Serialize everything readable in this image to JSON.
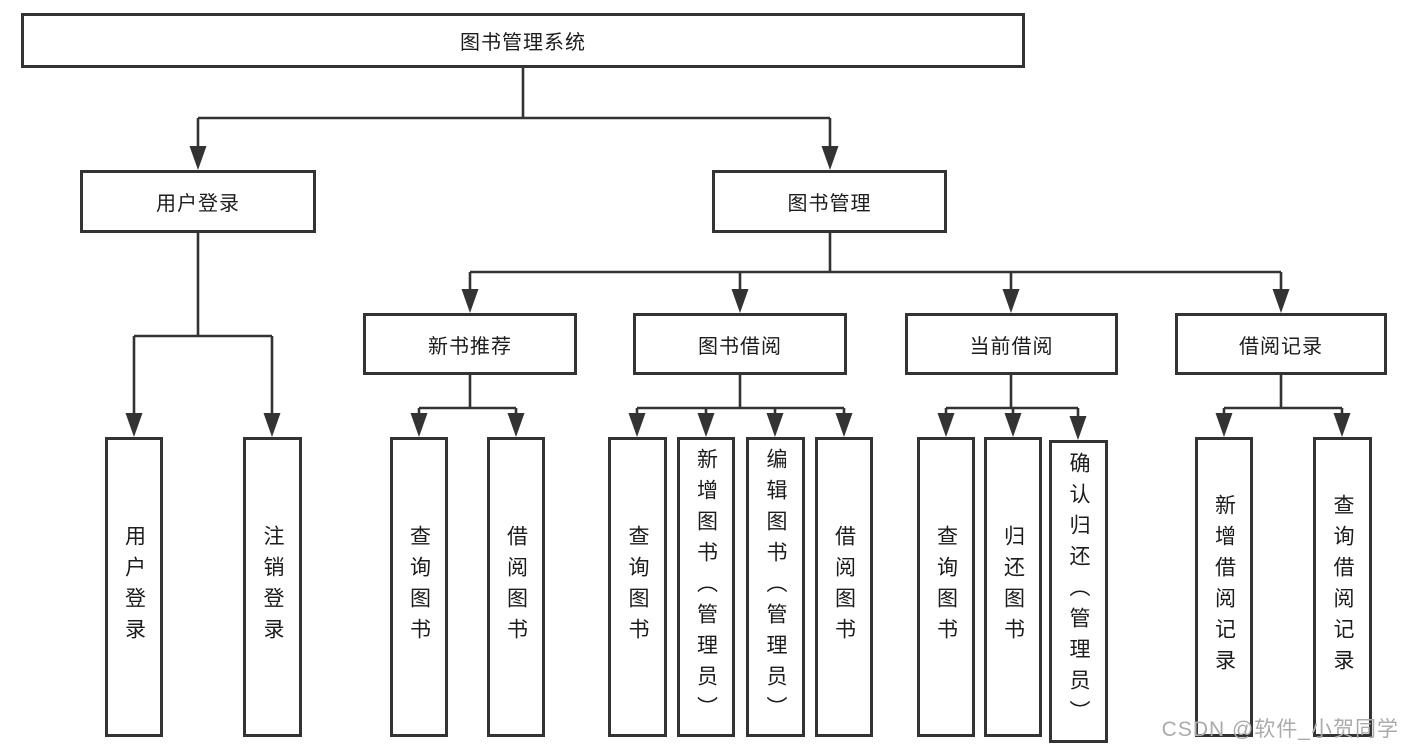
{
  "tree": {
    "label": "图书管理系统",
    "children": [
      {
        "label": "用户登录",
        "children": [
          {
            "label": "用户登录"
          },
          {
            "label": "注销登录"
          }
        ]
      },
      {
        "label": "图书管理",
        "children": [
          {
            "label": "新书推荐",
            "children": [
              {
                "label": "查询图书"
              },
              {
                "label": "借阅图书"
              }
            ]
          },
          {
            "label": "图书借阅",
            "children": [
              {
                "label": "查询图书"
              },
              {
                "label": "新增图书（管理员）"
              },
              {
                "label": "编辑图书（管理员）"
              },
              {
                "label": "借阅图书"
              }
            ]
          },
          {
            "label": "当前借阅",
            "children": [
              {
                "label": "查询图书"
              },
              {
                "label": "归还图书"
              },
              {
                "label": "确认归还（管理员）"
              }
            ]
          },
          {
            "label": "借阅记录",
            "children": [
              {
                "label": "新增借阅记录"
              },
              {
                "label": "查询借阅记录"
              }
            ]
          }
        ]
      }
    ]
  },
  "colors": {
    "line": "#333333",
    "text": "#1c1c1c",
    "watermark_gray": "#ababab"
  },
  "watermark": {
    "text": "CSDN @软件_小贺同学"
  }
}
